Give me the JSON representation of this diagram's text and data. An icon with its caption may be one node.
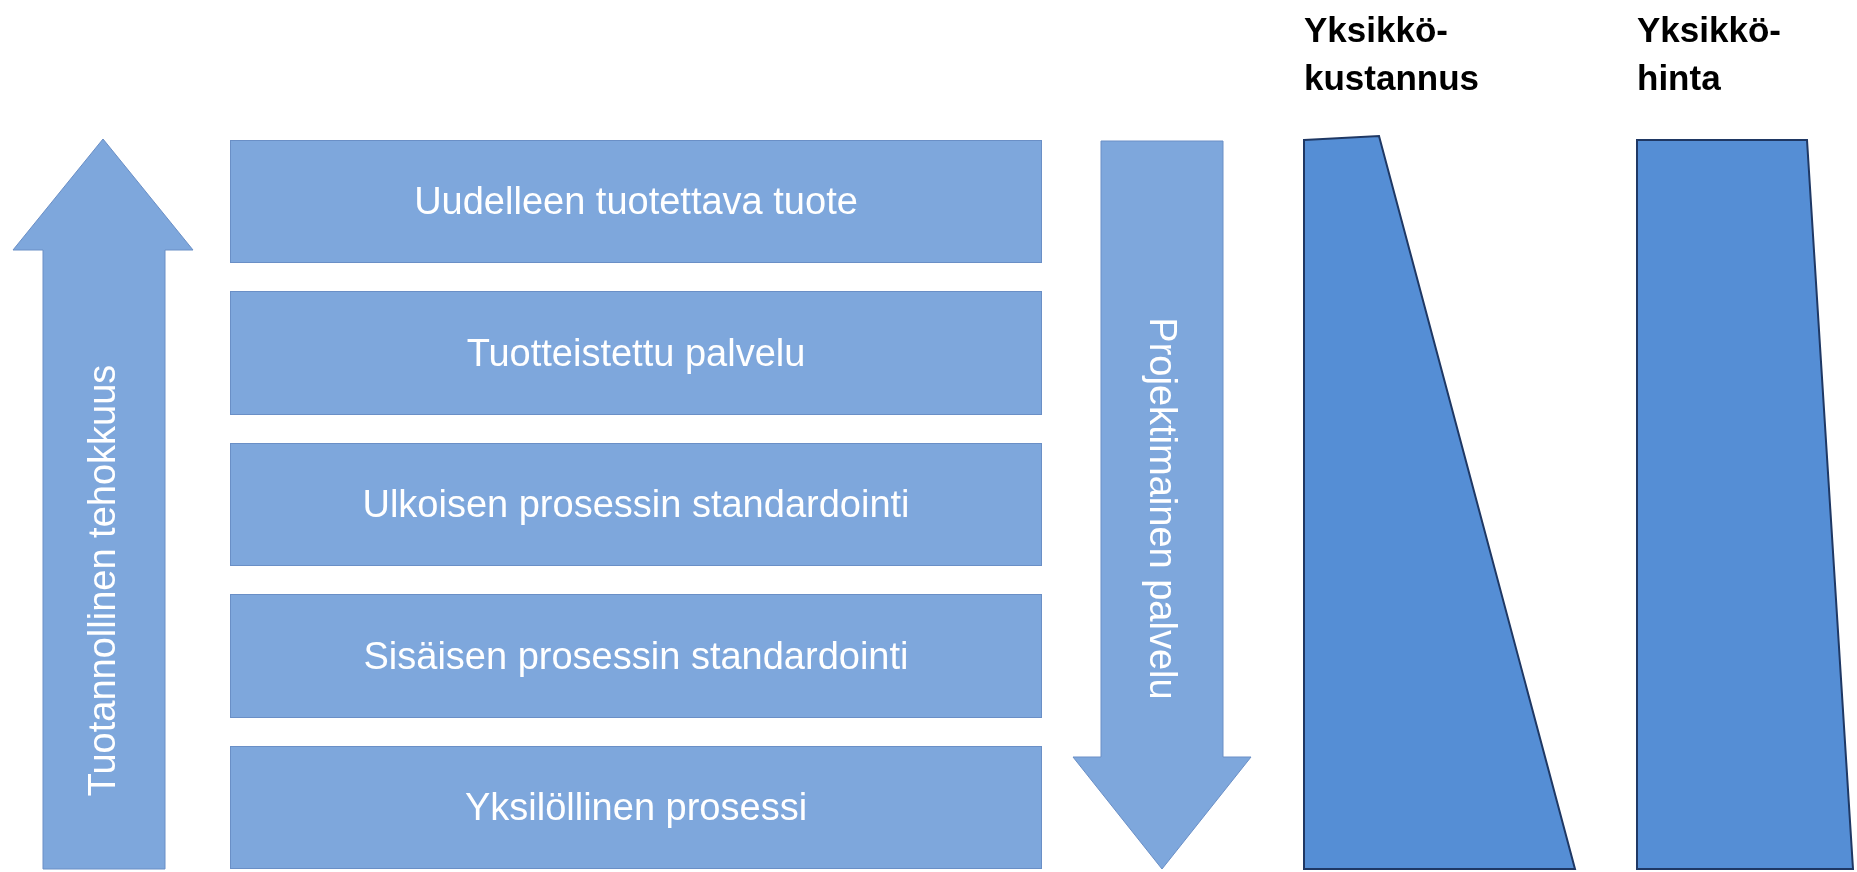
{
  "diagram": {
    "nodes": [
      {
        "text": [
          "Tuotannollinen tehokkuus"
        ]
      },
      {
        "text": [
          "Uudelleen tuotettava tuote"
        ]
      },
      {
        "text": [
          "Tuotteistettu palvelu"
        ]
      },
      {
        "text": [
          "Ulkoisen prosessin standardointi"
        ]
      },
      {
        "text": [
          "Sisäisen prosessin standardointi"
        ]
      },
      {
        "text": [
          "Yksilöllinen prosessi"
        ]
      },
      {
        "text": [
          "Projektimainen palvelu"
        ]
      },
      {
        "text": [
          "Yksikkö- kustannus"
        ]
      },
      {
        "text": [
          "Yksikkö- hinta"
        ]
      }
    ]
  }
}
